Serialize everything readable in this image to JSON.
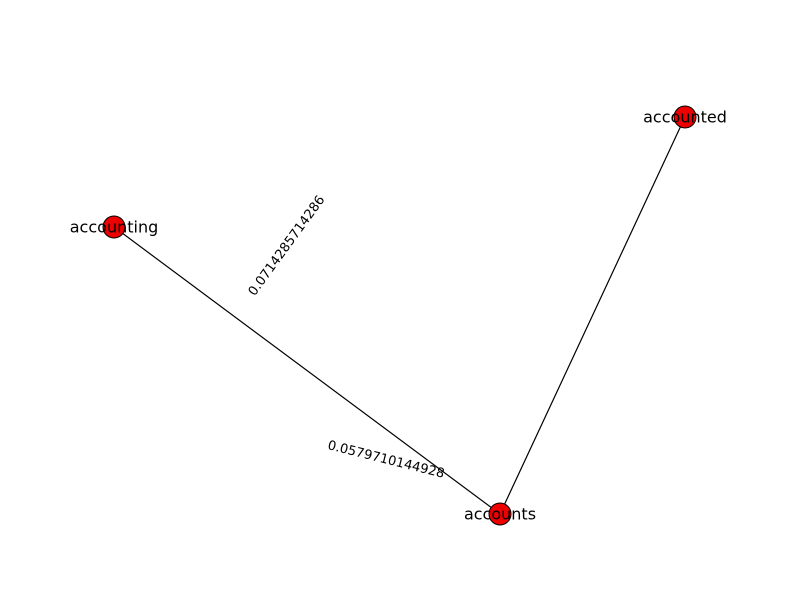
{
  "graph": {
    "node_color": "#ee0000",
    "node_border_color": "#000000",
    "edge_color": "#000000",
    "nodes": [
      {
        "id": "accounted",
        "label": "accounted"
      },
      {
        "id": "accounting",
        "label": "accounting"
      },
      {
        "id": "accounts",
        "label": "accounts"
      }
    ],
    "edges": [
      {
        "source": "accounting",
        "target": "accounts"
      },
      {
        "source": "accounted",
        "target": "accounts"
      }
    ],
    "edge_labels": [
      {
        "text": "0.0714285714286"
      },
      {
        "text": "0.0579710144928"
      }
    ]
  }
}
